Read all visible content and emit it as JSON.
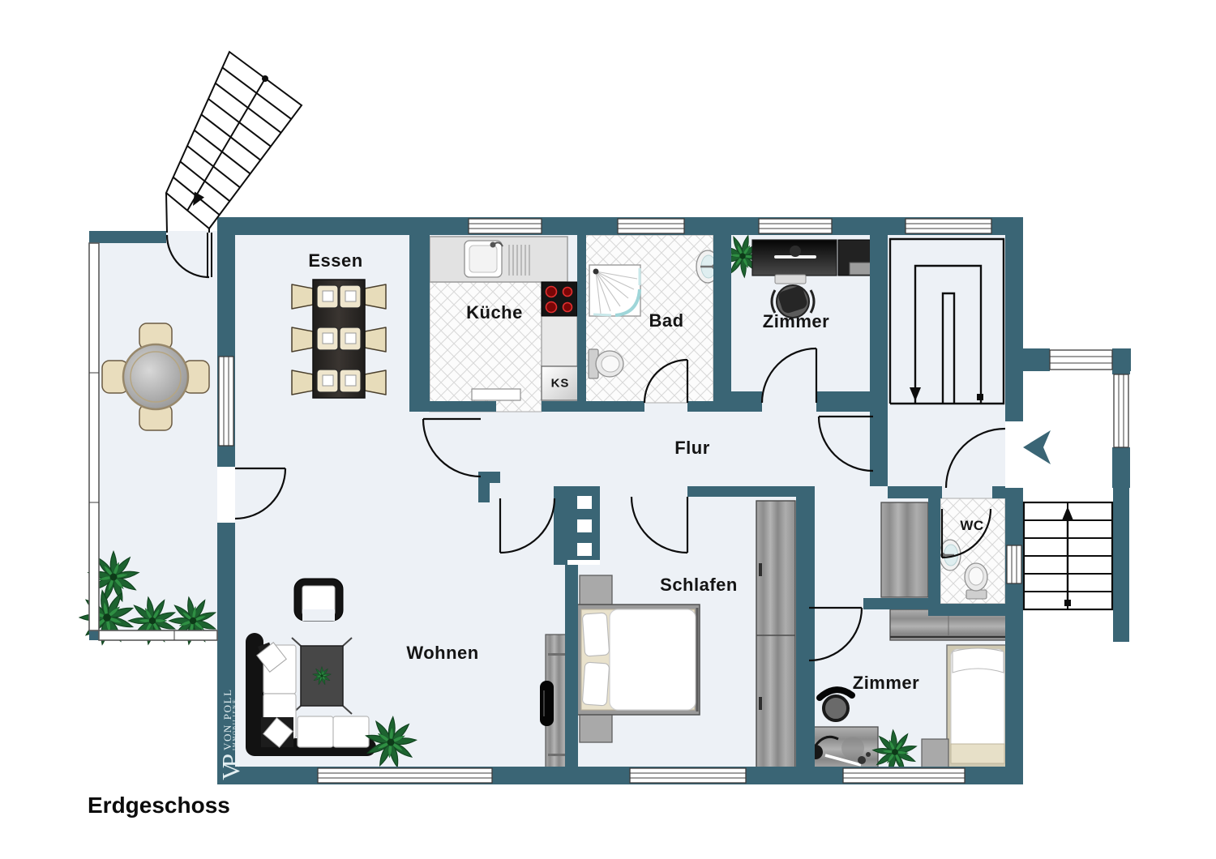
{
  "title": {
    "floor_label": "Erdgeschoss"
  },
  "branding": {
    "monogram": "VP",
    "name": "VON POLL",
    "subtitle": "IMMOBILIEN®"
  },
  "rooms": {
    "essen": {
      "label": "Essen"
    },
    "kueche": {
      "label": "Küche"
    },
    "bad": {
      "label": "Bad"
    },
    "zimmer_top": {
      "label": "Zimmer"
    },
    "flur": {
      "label": "Flur"
    },
    "wc": {
      "label": "WC"
    },
    "wohnen": {
      "label": "Wohnen"
    },
    "schlafen": {
      "label": "Schlafen"
    },
    "zimmer_bottom": {
      "label": "Zimmer"
    }
  },
  "appliances": {
    "fridge": "KS"
  },
  "symbols": {
    "entrance_arrow_icon": "left-pointing wedge marking entrance door",
    "stairs_down_icon": "staircase with down arrow",
    "stairs_up_icon": "staircase with up arrow"
  },
  "colors": {
    "wall": "#3a6575",
    "floor": "#edf1f6",
    "tile_line": "#d9d9d9",
    "arrow": "#3a6575"
  }
}
